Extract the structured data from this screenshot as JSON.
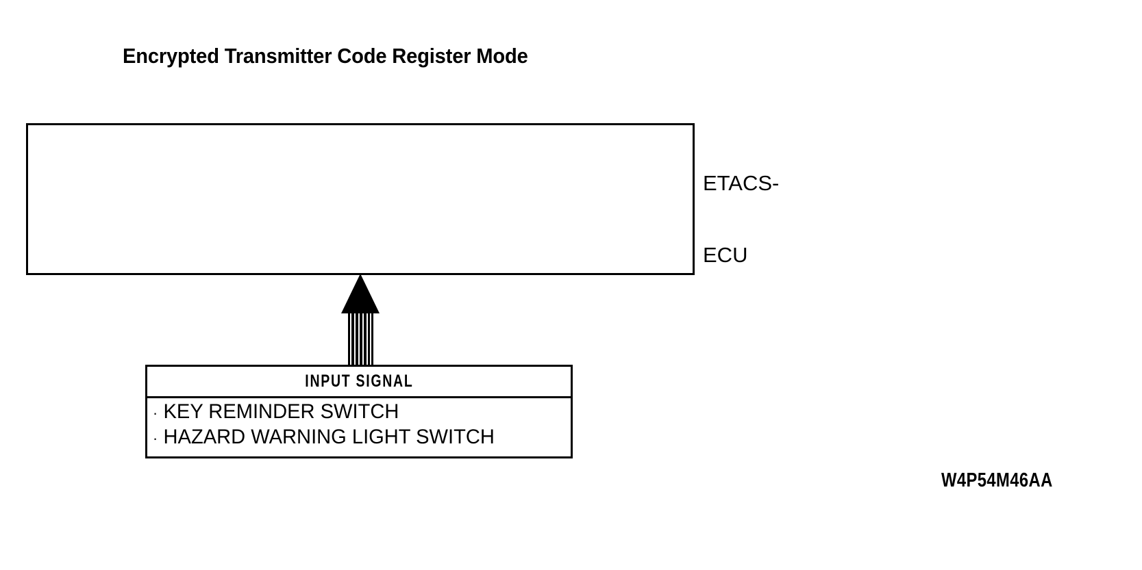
{
  "page": {
    "title": "Encrypted Transmitter Code Register Mode",
    "background_color": "#ffffff",
    "line_color": "#000000",
    "drawing_code": "W4P54M46AA"
  },
  "ecu": {
    "label_line1": "ETACS-",
    "label_line2": "ECU",
    "box_content": ""
  },
  "arrow": {
    "direction": "up",
    "style": "hatched-striped-shaft",
    "stripe_count": 7
  },
  "input_signal": {
    "header": "INPUT SIGNAL",
    "bullet": "·",
    "items": [
      "KEY REMINDER SWITCH",
      "HAZARD WARNING LIGHT SWITCH"
    ]
  }
}
